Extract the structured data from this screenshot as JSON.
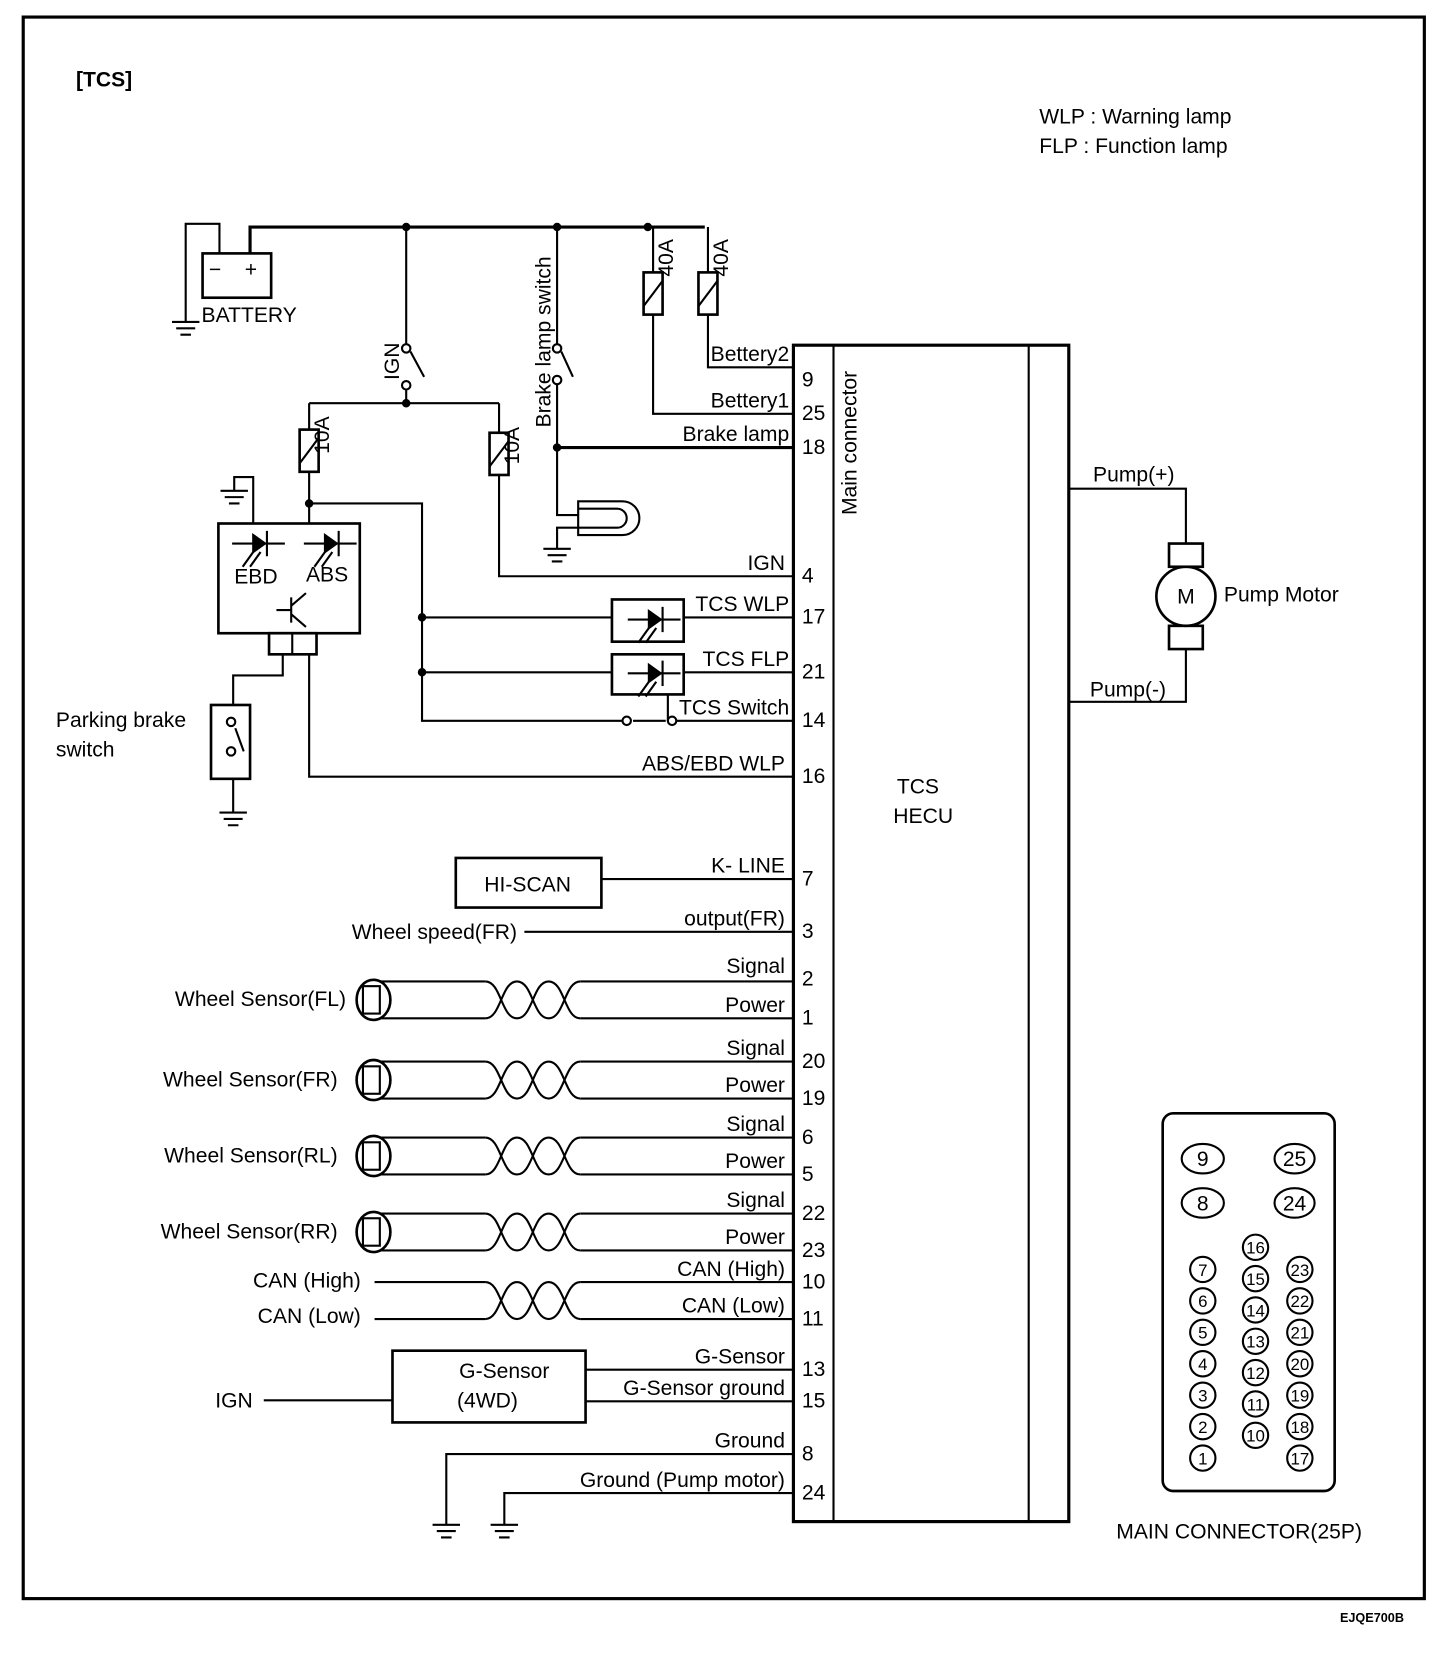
{
  "title": "[TCS]",
  "legend": [
    "WLP : Warning lamp",
    "FLP : Function lamp"
  ],
  "battery": {
    "label": "BATTERY",
    "minus": "−",
    "plus": "+"
  },
  "ign_switch": "IGN",
  "brake_lamp_switch": "Brake lamp switch",
  "fuses": [
    "10A",
    "10A",
    "40A",
    "40A"
  ],
  "abs_module": {
    "ebd": "EBD",
    "abs": "ABS"
  },
  "parking_brake": [
    "Parking brake",
    "switch"
  ],
  "hecu": {
    "name": [
      "TCS",
      "HECU"
    ],
    "connector": "Main connector"
  },
  "pins": [
    {
      "pin": "9",
      "label": "Bettery2"
    },
    {
      "pin": "25",
      "label": "Bettery1"
    },
    {
      "pin": "18",
      "label": "Brake lamp"
    },
    {
      "pin": "4",
      "label": "IGN"
    },
    {
      "pin": "17",
      "label": "TCS WLP"
    },
    {
      "pin": "21",
      "label": "TCS FLP"
    },
    {
      "pin": "14",
      "label": "TCS Switch"
    },
    {
      "pin": "16",
      "label": "ABS/EBD WLP"
    },
    {
      "pin": "7",
      "label": "K- LINE"
    },
    {
      "pin": "3",
      "label": "output(FR)"
    },
    {
      "pin": "2",
      "label": "Signal"
    },
    {
      "pin": "1",
      "label": "Power"
    },
    {
      "pin": "20",
      "label": "Signal"
    },
    {
      "pin": "19",
      "label": "Power"
    },
    {
      "pin": "6",
      "label": "Signal"
    },
    {
      "pin": "5",
      "label": "Power"
    },
    {
      "pin": "22",
      "label": "Signal"
    },
    {
      "pin": "23",
      "label": "Power"
    },
    {
      "pin": "10",
      "label": "CAN (High)"
    },
    {
      "pin": "11",
      "label": "CAN (Low)"
    },
    {
      "pin": "13",
      "label": "G-Sensor"
    },
    {
      "pin": "15",
      "label": "G-Sensor ground"
    },
    {
      "pin": "8",
      "label": "Ground"
    },
    {
      "pin": "24",
      "label": "Ground (Pump motor)"
    }
  ],
  "pump": {
    "plus": "Pump(+)",
    "minus": "Pump(-)",
    "motor_symbol": "M",
    "label": "Pump Motor"
  },
  "external": {
    "hi_scan": "HI-SCAN",
    "wheel_speed": "Wheel speed(FR)",
    "wheel_sensors": [
      "Wheel Sensor(FL)",
      "Wheel Sensor(FR)",
      "Wheel Sensor(RL)",
      "Wheel Sensor(RR)"
    ],
    "can_high": "CAN (High)",
    "can_low": "CAN (Low)",
    "g_sensor": [
      "G-Sensor",
      "(4WD)"
    ],
    "ign": "IGN"
  },
  "main_connector": {
    "caption": "MAIN CONNECTOR(25P)",
    "top_pins": [
      "9",
      "25",
      "8",
      "24"
    ],
    "left_column": [
      "7",
      "6",
      "5",
      "4",
      "3",
      "2",
      "1"
    ],
    "middle_column": [
      "16",
      "15",
      "14",
      "13",
      "12",
      "11",
      "10"
    ],
    "right_column": [
      "23",
      "22",
      "21",
      "20",
      "19",
      "18",
      "17"
    ]
  },
  "figure_code": "EJQE700B"
}
